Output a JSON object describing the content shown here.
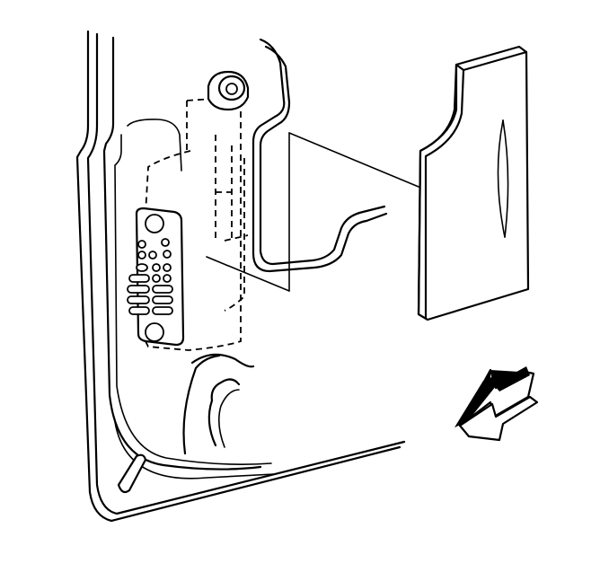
{
  "figure": {
    "kind": "technical line illustration",
    "colors": {
      "line": "#000000",
      "background": "#ffffff"
    },
    "parts": {
      "door_panel": "door-inner-panel",
      "connector": "multi-pin-connector",
      "grommet": "wire-grommet",
      "harness": "wire-harness",
      "cover": "water-deflector-cover",
      "arrow": "direction-arrow-icon"
    }
  }
}
